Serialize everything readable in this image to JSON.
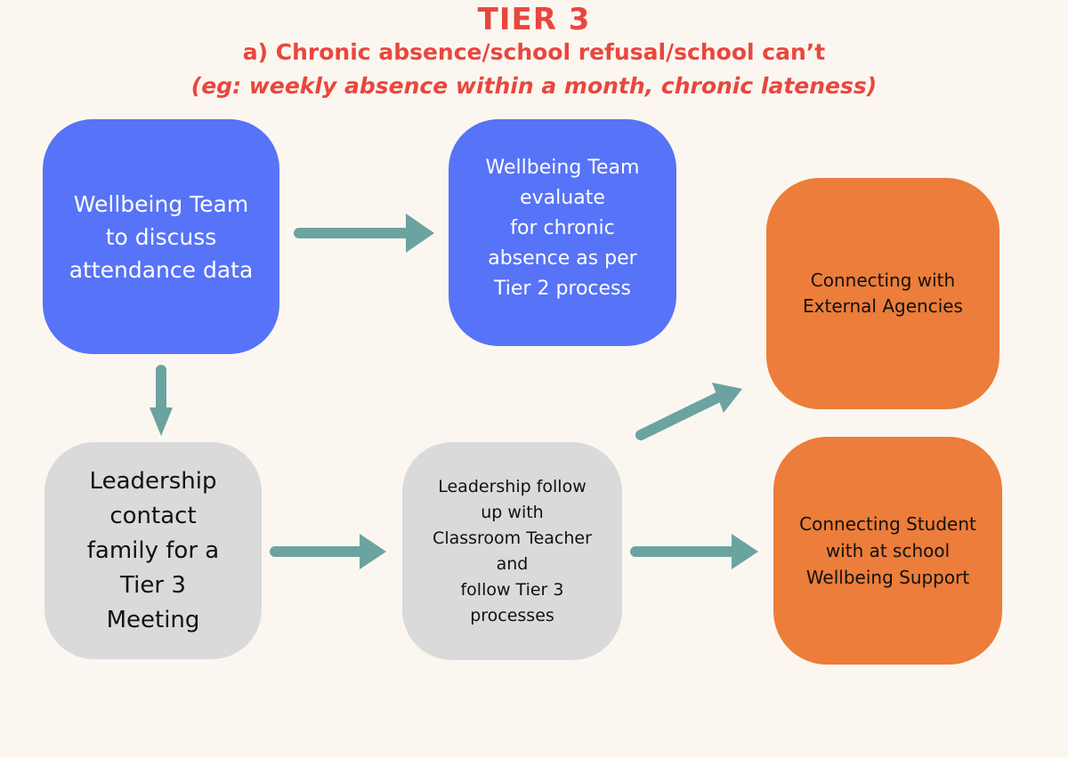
{
  "header": {
    "title": "TIER 3",
    "subtitle": "a) Chronic absence/school refusal/school can’t",
    "subtitle_example": "(eg: weekly absence within a month, chronic lateness)"
  },
  "boxes": {
    "discuss": "Wellbeing Team\nto discuss\nattendance data",
    "evaluate": "Wellbeing Team\nevaluate\nfor chronic\nabsence as per\nTier 2 process",
    "external": "Connecting with\nExternal Agencies",
    "meeting": "Leadership\ncontact\nfamily for a\nTier 3\nMeeting",
    "followup": "Leadership follow\nup with\nClassroom Teacher\nand\nfollow Tier 3\nprocesses",
    "student": "Connecting Student\nwith at school\nWellbeing Support"
  },
  "colors": {
    "title": "#e8473e",
    "blue_box": "#5773f7",
    "grey_box": "#dadada",
    "orange_box": "#ec7d3a",
    "arrow": "#6ba3a0",
    "background": "#fbf7f0"
  }
}
